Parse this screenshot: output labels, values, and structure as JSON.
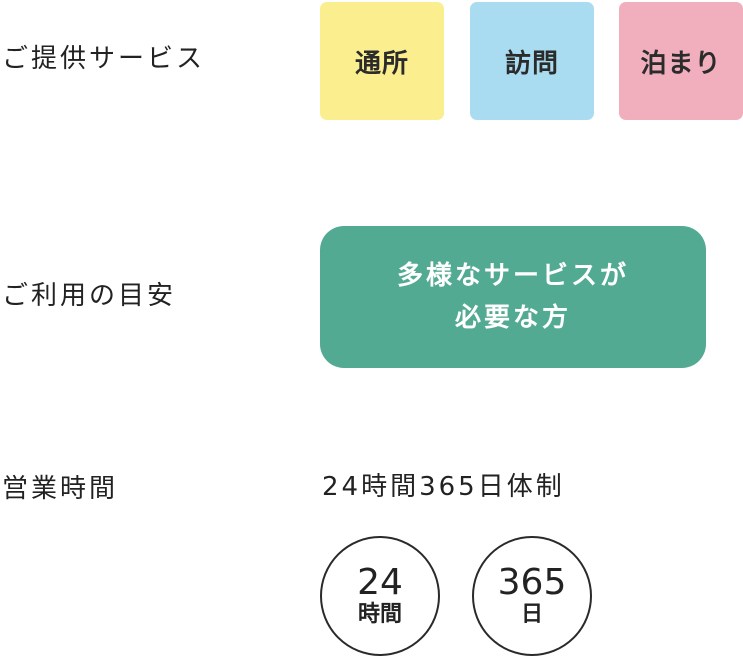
{
  "services": {
    "label": "ご提供サービス",
    "items": [
      {
        "label": "通所",
        "color": "#fbee8f"
      },
      {
        "label": "訪問",
        "color": "#a9dcf0"
      },
      {
        "label": "泊まり",
        "color": "#f1afbd"
      }
    ]
  },
  "target": {
    "label": "ご利用の目安",
    "line1": "多様なサービスが",
    "line2": "必要な方",
    "color": "#52aa92"
  },
  "hours": {
    "label": "営業時間",
    "text": "24時間365日体制",
    "badges": [
      {
        "number": "24",
        "unit": "時間"
      },
      {
        "number": "365",
        "unit": "日"
      }
    ]
  }
}
